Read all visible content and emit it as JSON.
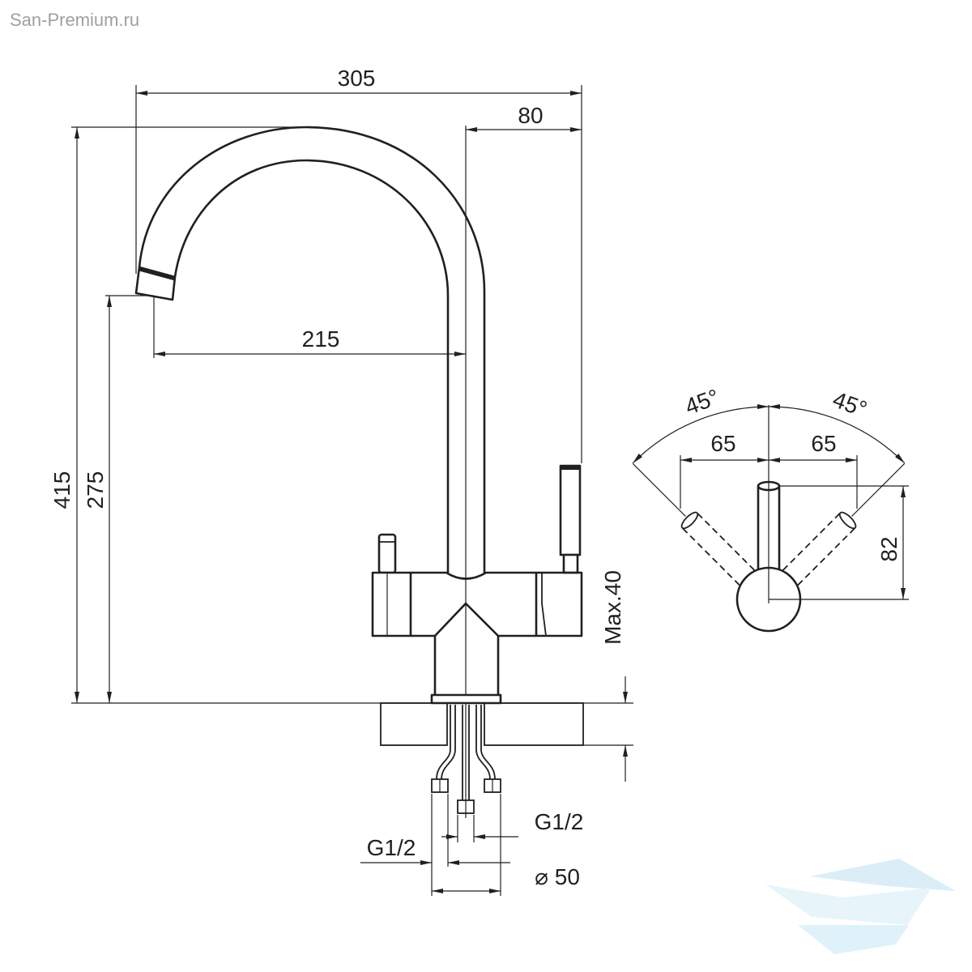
{
  "watermark": "San-Premium.ru",
  "dimensions": {
    "overall_reach": "305",
    "handle_offset": "80",
    "spout_reach": "215",
    "overall_height": "415",
    "spout_height": "275",
    "max_countertop": "Max.40",
    "inlet_left": "G1/2",
    "inlet_right": "G1/2",
    "base_diameter": "⌀ 50"
  },
  "top_view": {
    "angle_left": "45°",
    "angle_right": "45°",
    "offset_left": "65",
    "offset_right": "65",
    "lever_height": "82"
  },
  "colors": {
    "line": "#231f20",
    "watermark": "#a0a0a0",
    "logo": "#cfe9f5"
  }
}
